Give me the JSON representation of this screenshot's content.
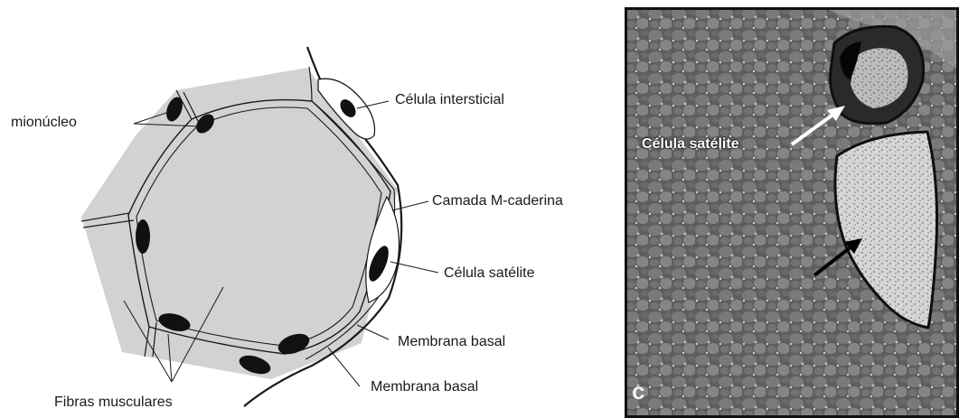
{
  "schematic": {
    "labels": {
      "mionucleo": "mionúcleo",
      "celula_intersticial": "Célula intersticial",
      "camada_m_caderina": "Camada M-caderina",
      "celula_satelite": "Célula satélite",
      "membrana_basal_1": "Membrana basal",
      "membrana_basal_2": "Membrana basal",
      "fibras_musculares": "Fibras musculares"
    },
    "colors": {
      "fiber_fill": "#d2d2d2",
      "outline": "#1a1a1a",
      "nucleus": "#111111"
    }
  },
  "micrograph": {
    "label_celula_satelite": "Célula satélite",
    "panel_letter": "c",
    "colors": {
      "tissue": "#6d6d6d",
      "border": "#111111"
    }
  }
}
